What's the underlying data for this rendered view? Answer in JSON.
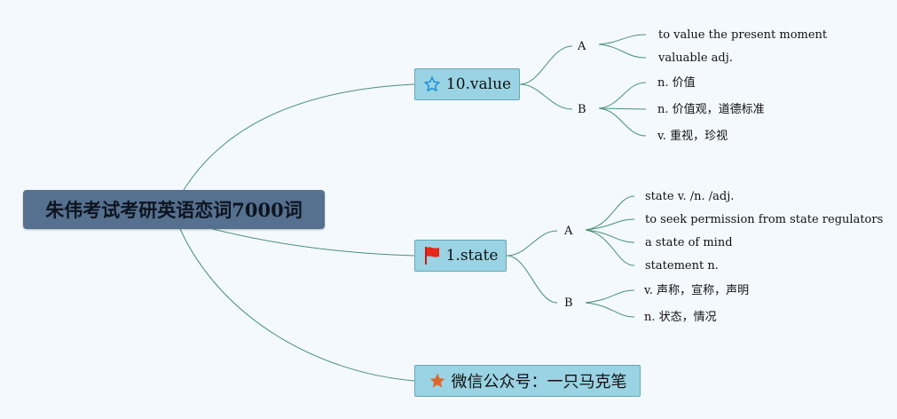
{
  "root": {
    "title": "朱伟考试考研英语恋词7000词"
  },
  "topics": [
    {
      "label": "10.value",
      "icon": "star-outline-icon",
      "groups": [
        {
          "label": "A",
          "items": [
            "to value the present moment",
            "valuable adj."
          ]
        },
        {
          "label": "B",
          "items": [
            "n. 价值",
            "n. 价值观，道德标准",
            "v. 重视，珍视"
          ]
        }
      ]
    },
    {
      "label": "1.state",
      "icon": "red-flag-icon",
      "groups": [
        {
          "label": "A",
          "items": [
            "state v. /n. /adj.",
            "to seek permission from state regulators",
            "a state of mind",
            "statement n."
          ]
        },
        {
          "label": "B",
          "items": [
            "v. 声称，宣称，声明",
            "n. 状态，情况"
          ]
        }
      ]
    },
    {
      "label": "微信公众号：一只马克笔",
      "icon": "orange-star-icon",
      "groups": []
    }
  ],
  "colors": {
    "background": "#f3f9fd",
    "root": "#56708f",
    "topic": "#9ad3e3",
    "connector": "#4b8f77"
  }
}
